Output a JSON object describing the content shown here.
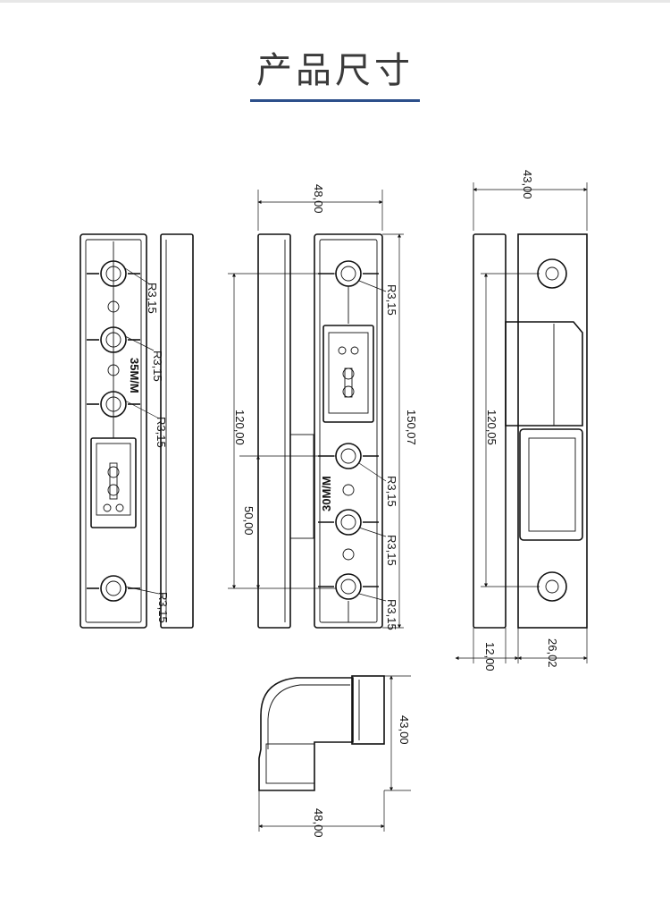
{
  "header": {
    "title": "产品尺寸",
    "accent": "#2c4f8a"
  },
  "drawing_left": {
    "radius_labels": [
      "R3,15",
      "R3,15",
      "R3,15",
      "R3,15"
    ],
    "engraving": "35M/M"
  },
  "drawing_middle": {
    "width": "48,00",
    "height_inner": "120,00",
    "height_offset": "50,00",
    "height_total": "150,07",
    "radius_labels": [
      "R3,15",
      "R3,15",
      "R3,15",
      "R3,15"
    ],
    "engraving": "30M/M"
  },
  "drawing_right": {
    "width": "43,00",
    "height_inner": "120,05",
    "offset_a": "12,00",
    "offset_b": "26,02"
  },
  "drawing_bottom": {
    "height": "43,00",
    "width": "48,00"
  }
}
